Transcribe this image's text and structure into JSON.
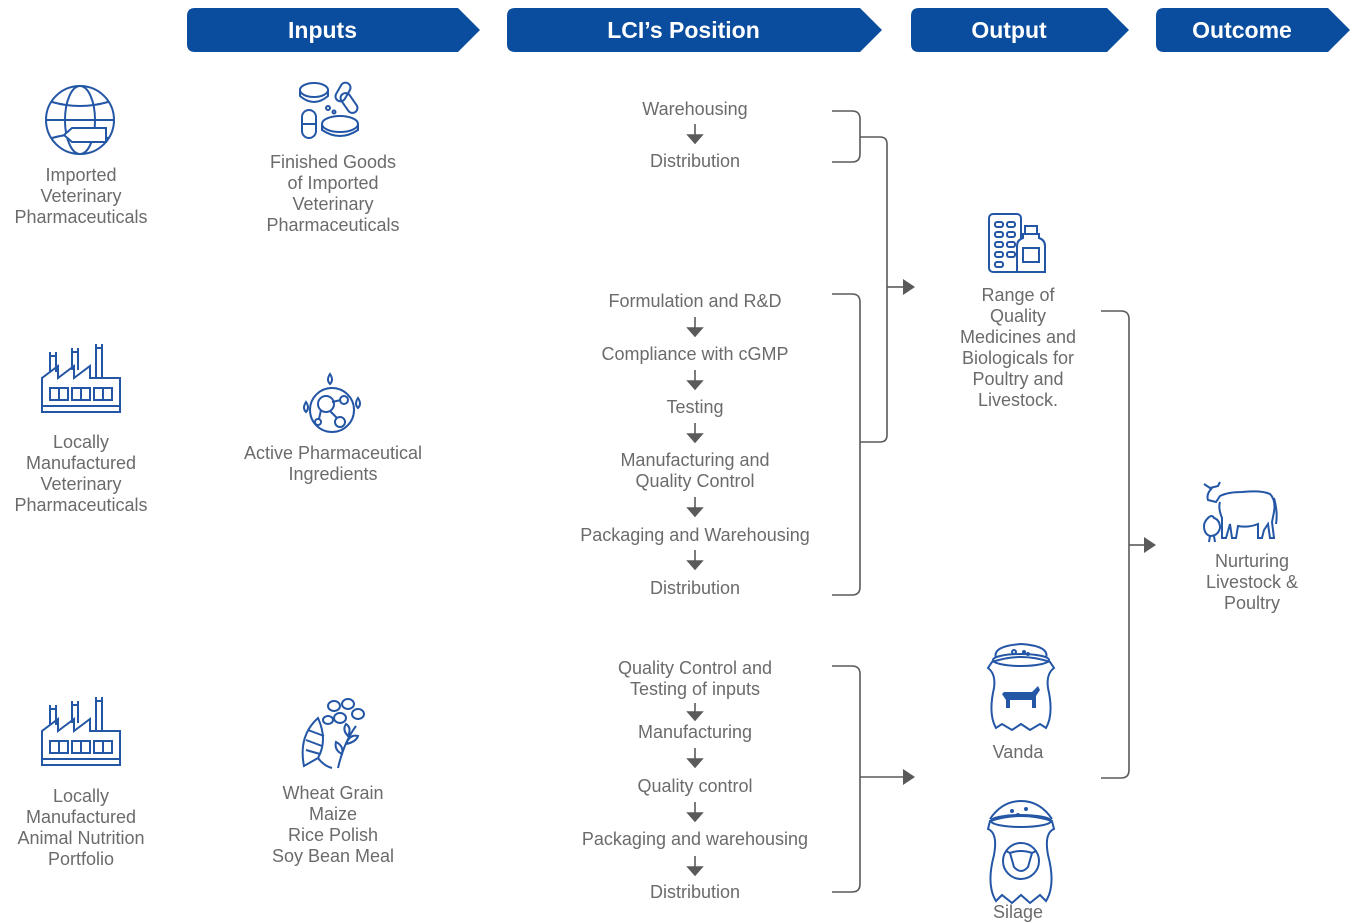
{
  "colors": {
    "header_blue": "#0a4d9e",
    "icon_blue": "#2456a6",
    "text_gray": "#6b6b6b",
    "line_gray": "#5a5a5a"
  },
  "headers": {
    "inputs": "Inputs",
    "position": "LCI’s Position",
    "output": "Output",
    "outcome": "Outcome"
  },
  "sources": {
    "imported": "Imported\nVeterinary\nPharmaceuticals",
    "local_vet": "Locally\nManufactured\nVeterinary\nPharmaceuticals",
    "local_nutrition": "Locally\nManufactured\nAnimal Nutrition\nPortfolio"
  },
  "inputs": {
    "finished_goods": "Finished Goods\nof Imported\nVeterinary\nPharmaceuticals",
    "api": "Active Pharmaceutical\nIngredients",
    "grains": "Wheat Grain\nMaize\nRice Polish\nSoy Bean Meal"
  },
  "process_imported": [
    "Warehousing",
    "Distribution"
  ],
  "process_vet": [
    "Formulation and R&D",
    "Compliance with cGMP",
    "Testing",
    "Manufacturing and\nQuality Control",
    "Packaging and Warehousing",
    "Distribution"
  ],
  "process_nutrition": [
    "Quality Control and\nTesting of inputs",
    "Manufacturing",
    "Quality control",
    "Packaging and warehousing",
    "Distribution"
  ],
  "outputs": {
    "medicines": "Range of\nQuality\nMedicines and\nBiologicals for\nPoultry and\nLivestock.",
    "vanda": "Vanda",
    "silage": "Silage"
  },
  "outcome": {
    "label": "Nurturing\nLivestock &\nPoultry"
  },
  "icons": [
    "globe-import-icon",
    "factory-icon",
    "pills-icon",
    "molecule-icon",
    "grains-icon",
    "medicine-icon",
    "feed-sack-cow-icon",
    "feed-sack-silage-icon",
    "cow-chicken-icon"
  ]
}
